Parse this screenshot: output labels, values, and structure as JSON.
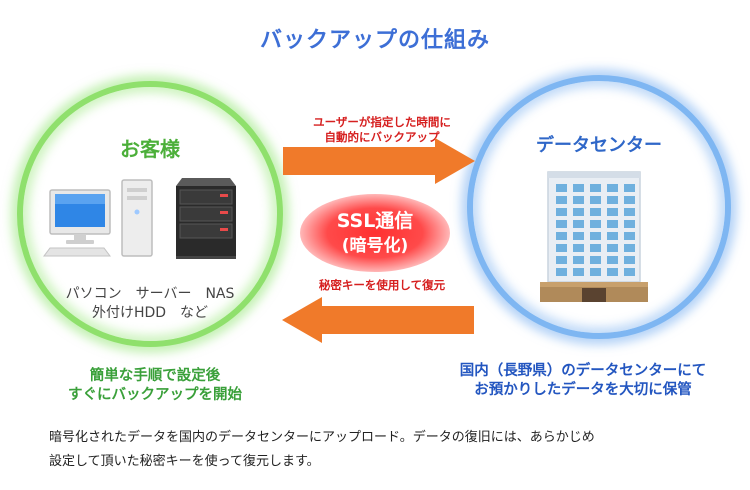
{
  "title": "バックアップの仕組み",
  "customer": {
    "label": "お客様",
    "devices_line1": "パソコン　サーバー　NAS",
    "devices_line2": "外付けHDD　など",
    "note_line1": "簡単な手順で設定後",
    "note_line2": "すぐにバックアップを開始"
  },
  "datacenter": {
    "label": "データセンター",
    "note_line1": "国内（長野県）のデータセンターにて",
    "note_line2": "お預かりしたデータを大切に保管"
  },
  "upload": {
    "caption_line1": "ユーザーが指定した時間に",
    "caption_line2": "自動的にバックアップ"
  },
  "restore": {
    "caption": "秘密キーを使用して復元"
  },
  "ssl": {
    "line1": "SSL通信",
    "line2": "(暗号化)"
  },
  "description": {
    "line1": "暗号化されたデータを国内のデータセンターにアップロード。データの復旧には、あらかじめ",
    "line2": "設定して頂いた秘密キーを使って復元します。"
  },
  "colors": {
    "title": "#3d6fd6",
    "customer_green": "#4caf3a",
    "datacenter_blue": "#2f67c8",
    "arrow_orange": "#f07a2a",
    "caption_red": "#d62020"
  },
  "icons": [
    "desktop-pc-icon",
    "server-rack-icon",
    "office-building-icon",
    "arrow-right-icon",
    "arrow-left-icon"
  ]
}
